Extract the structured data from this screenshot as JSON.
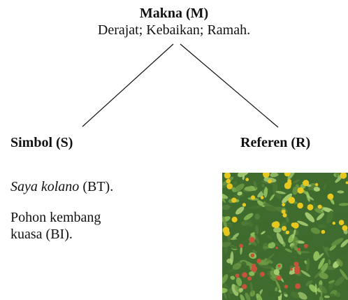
{
  "meaning": {
    "title": "Makna (M)",
    "description": "Derajat; Kebaikan; Ramah."
  },
  "symbol": {
    "title": "Simbol (S)",
    "term_italic": "Saya kolano",
    "term_suffix": " (BT).",
    "translation_line1": "Pohon kembang",
    "translation_line2": "kuasa (BI)."
  },
  "referent": {
    "title": "Referen (R)",
    "image_icon": "flowering-tree-photo"
  },
  "colors": {
    "line": "#111111",
    "leaf_dark": "#3f6b2e",
    "leaf_light": "#8fbf5a",
    "flower_yellow": "#e8c81e",
    "flower_red": "#c9533a"
  }
}
